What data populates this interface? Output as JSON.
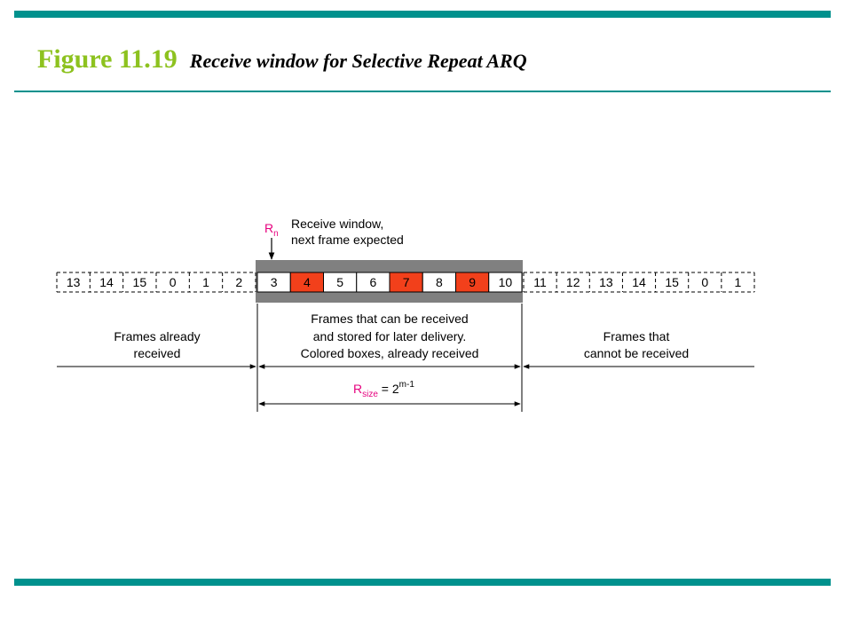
{
  "figure": {
    "label": "Figure 11.19",
    "caption": "Receive window for Selective Repeat ARQ"
  },
  "diagram": {
    "pointer_label_main": "R",
    "pointer_label_sub": "n",
    "window_note_line1": "Receive window,",
    "window_note_line2": "next frame expected",
    "received_frames": [
      "13",
      "14",
      "15",
      "0",
      "1",
      "2"
    ],
    "window_frames": [
      {
        "label": "3",
        "received": false
      },
      {
        "label": "4",
        "received": true
      },
      {
        "label": "5",
        "received": false
      },
      {
        "label": "6",
        "received": false
      },
      {
        "label": "7",
        "received": true
      },
      {
        "label": "8",
        "received": false
      },
      {
        "label": "9",
        "received": true
      },
      {
        "label": "10",
        "received": false
      }
    ],
    "future_frames": [
      "11",
      "12",
      "13",
      "14",
      "15",
      "0",
      "1"
    ],
    "left_region_line1": "Frames already",
    "left_region_line2": "received",
    "middle_region_line1": "Frames that can be received",
    "middle_region_line2": "and stored for later delivery.",
    "middle_region_line3": "Colored boxes, already received",
    "right_region_line1": "Frames that",
    "right_region_line2": "cannot be received",
    "size_label_main": "R",
    "size_label_sub": "size",
    "size_label_eq": " = 2",
    "size_label_exp": "m-1",
    "colors": {
      "received_fill": "#f2401b",
      "window_band": "#808080",
      "accent_pink": "#e6007e",
      "rule_teal": "#00918d",
      "figure_label_green": "#8dc21f"
    }
  }
}
